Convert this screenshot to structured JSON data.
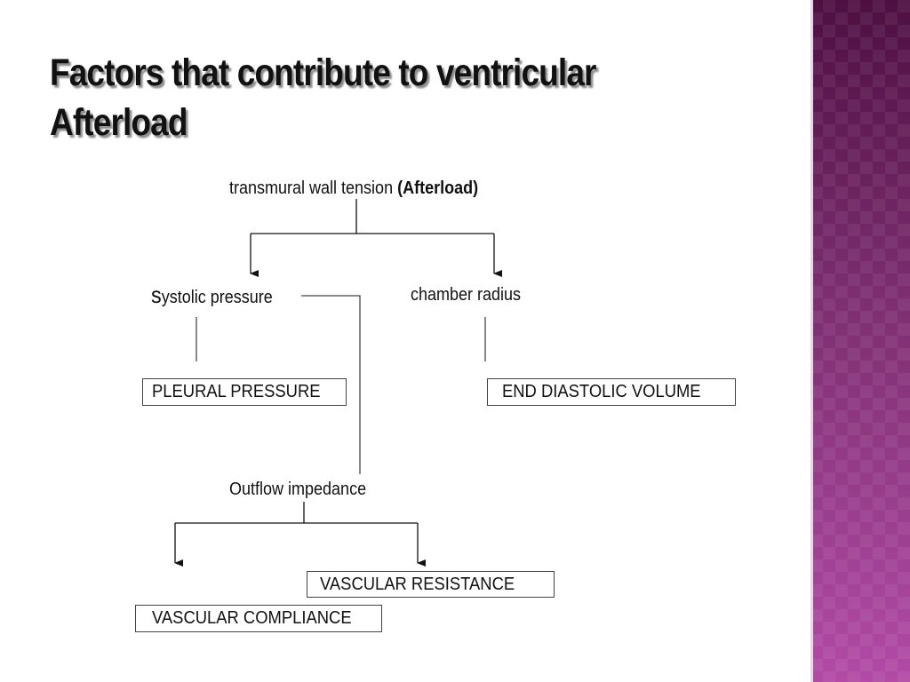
{
  "slide": {
    "title_line1": "Factors that contribute to ventricular",
    "title_line2": "Afterload",
    "colors": {
      "band_top": "#4e0f42",
      "band_bottom": "#b24aa6",
      "text": "#111111"
    }
  },
  "diagram": {
    "root": {
      "text": "transmural  wall tension ",
      "emphasis": "(Afterload)"
    },
    "systolic_pressure": {
      "initial": "s",
      "rest": "ystolic pressure"
    },
    "chamber_radius": "chamber radius",
    "pleural_pressure": "PLEURAL PRESSURE",
    "end_diastolic_volume": "END DIASTOLIC VOLUME",
    "outflow_impedance": "Outflow impedance",
    "vascular_resistance": "VASCULAR RESISTANCE",
    "vascular_compliance": "VASCULAR COMPLIANCE"
  }
}
